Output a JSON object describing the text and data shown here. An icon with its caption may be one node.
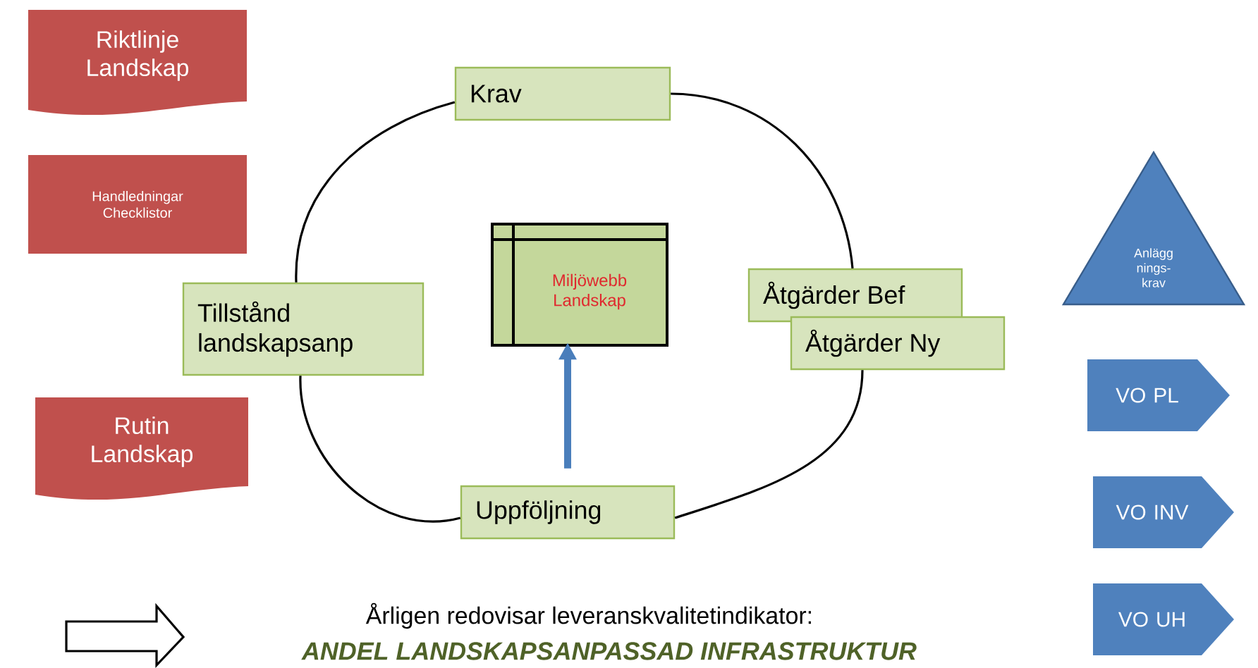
{
  "diagram": {
    "nodes": [
      {
        "text": [
          "Riktlinje Landskap"
        ]
      },
      {
        "text": [
          "Handledningar Checklistor"
        ]
      },
      {
        "text": [
          "Rutin Landskap"
        ]
      },
      {
        "text": [
          "Krav"
        ]
      },
      {
        "text": [
          "Tillstånd landskapsanp"
        ]
      },
      {
        "text": [
          "Miljöwebb Landskap"
        ]
      },
      {
        "text": [
          "Åtgärder Bef"
        ]
      },
      {
        "text": [
          "Åtgärder Ny"
        ]
      },
      {
        "text": [
          "Uppföljning"
        ]
      },
      {
        "text": [
          "Anlägg nings- krav"
        ]
      },
      {
        "text": [
          "VO PL"
        ]
      },
      {
        "text": [
          "VO INV"
        ]
      },
      {
        "text": [
          "VO UH"
        ]
      }
    ],
    "edges": [
      {
        "from": 3,
        "to": 6,
        "arrow": "none"
      },
      {
        "from": 7,
        "to": 8,
        "arrow": "none"
      },
      {
        "from": 8,
        "to": 4,
        "arrow": "none"
      },
      {
        "from": 4,
        "to": 3,
        "arrow": "none"
      },
      {
        "from": 8,
        "to": 5,
        "arrow": "to",
        "style": "thick",
        "color": "#4a7ebb"
      }
    ],
    "labels": [
      "Årligen redovisar leveranskvalitetindikator:",
      "ANDEL LANDSKAPSANPASSAD INFRASTRUKTUR"
    ]
  }
}
